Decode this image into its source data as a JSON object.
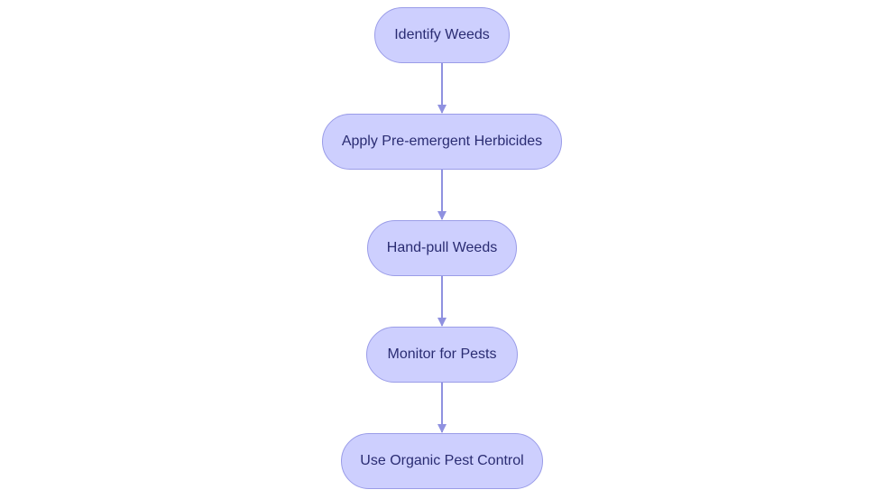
{
  "diagram": {
    "type": "flowchart",
    "direction": "top-to-bottom",
    "colors": {
      "node_fill": "#cdcffe",
      "node_border": "#9a9ce8",
      "node_text": "#2a2c72",
      "edge": "#8f91e0"
    },
    "nodes": [
      {
        "id": "identify-weeds",
        "label": "Identify Weeds"
      },
      {
        "id": "apply-pre-emergent-herbicides",
        "label": "Apply Pre-emergent Herbicides"
      },
      {
        "id": "hand-pull-weeds",
        "label": "Hand-pull Weeds"
      },
      {
        "id": "monitor-for-pests",
        "label": "Monitor for Pests"
      },
      {
        "id": "use-organic-pest-control",
        "label": "Use Organic Pest Control"
      }
    ],
    "edges": [
      {
        "from": "identify-weeds",
        "to": "apply-pre-emergent-herbicides"
      },
      {
        "from": "apply-pre-emergent-herbicides",
        "to": "hand-pull-weeds"
      },
      {
        "from": "hand-pull-weeds",
        "to": "monitor-for-pests"
      },
      {
        "from": "monitor-for-pests",
        "to": "use-organic-pest-control"
      }
    ]
  }
}
